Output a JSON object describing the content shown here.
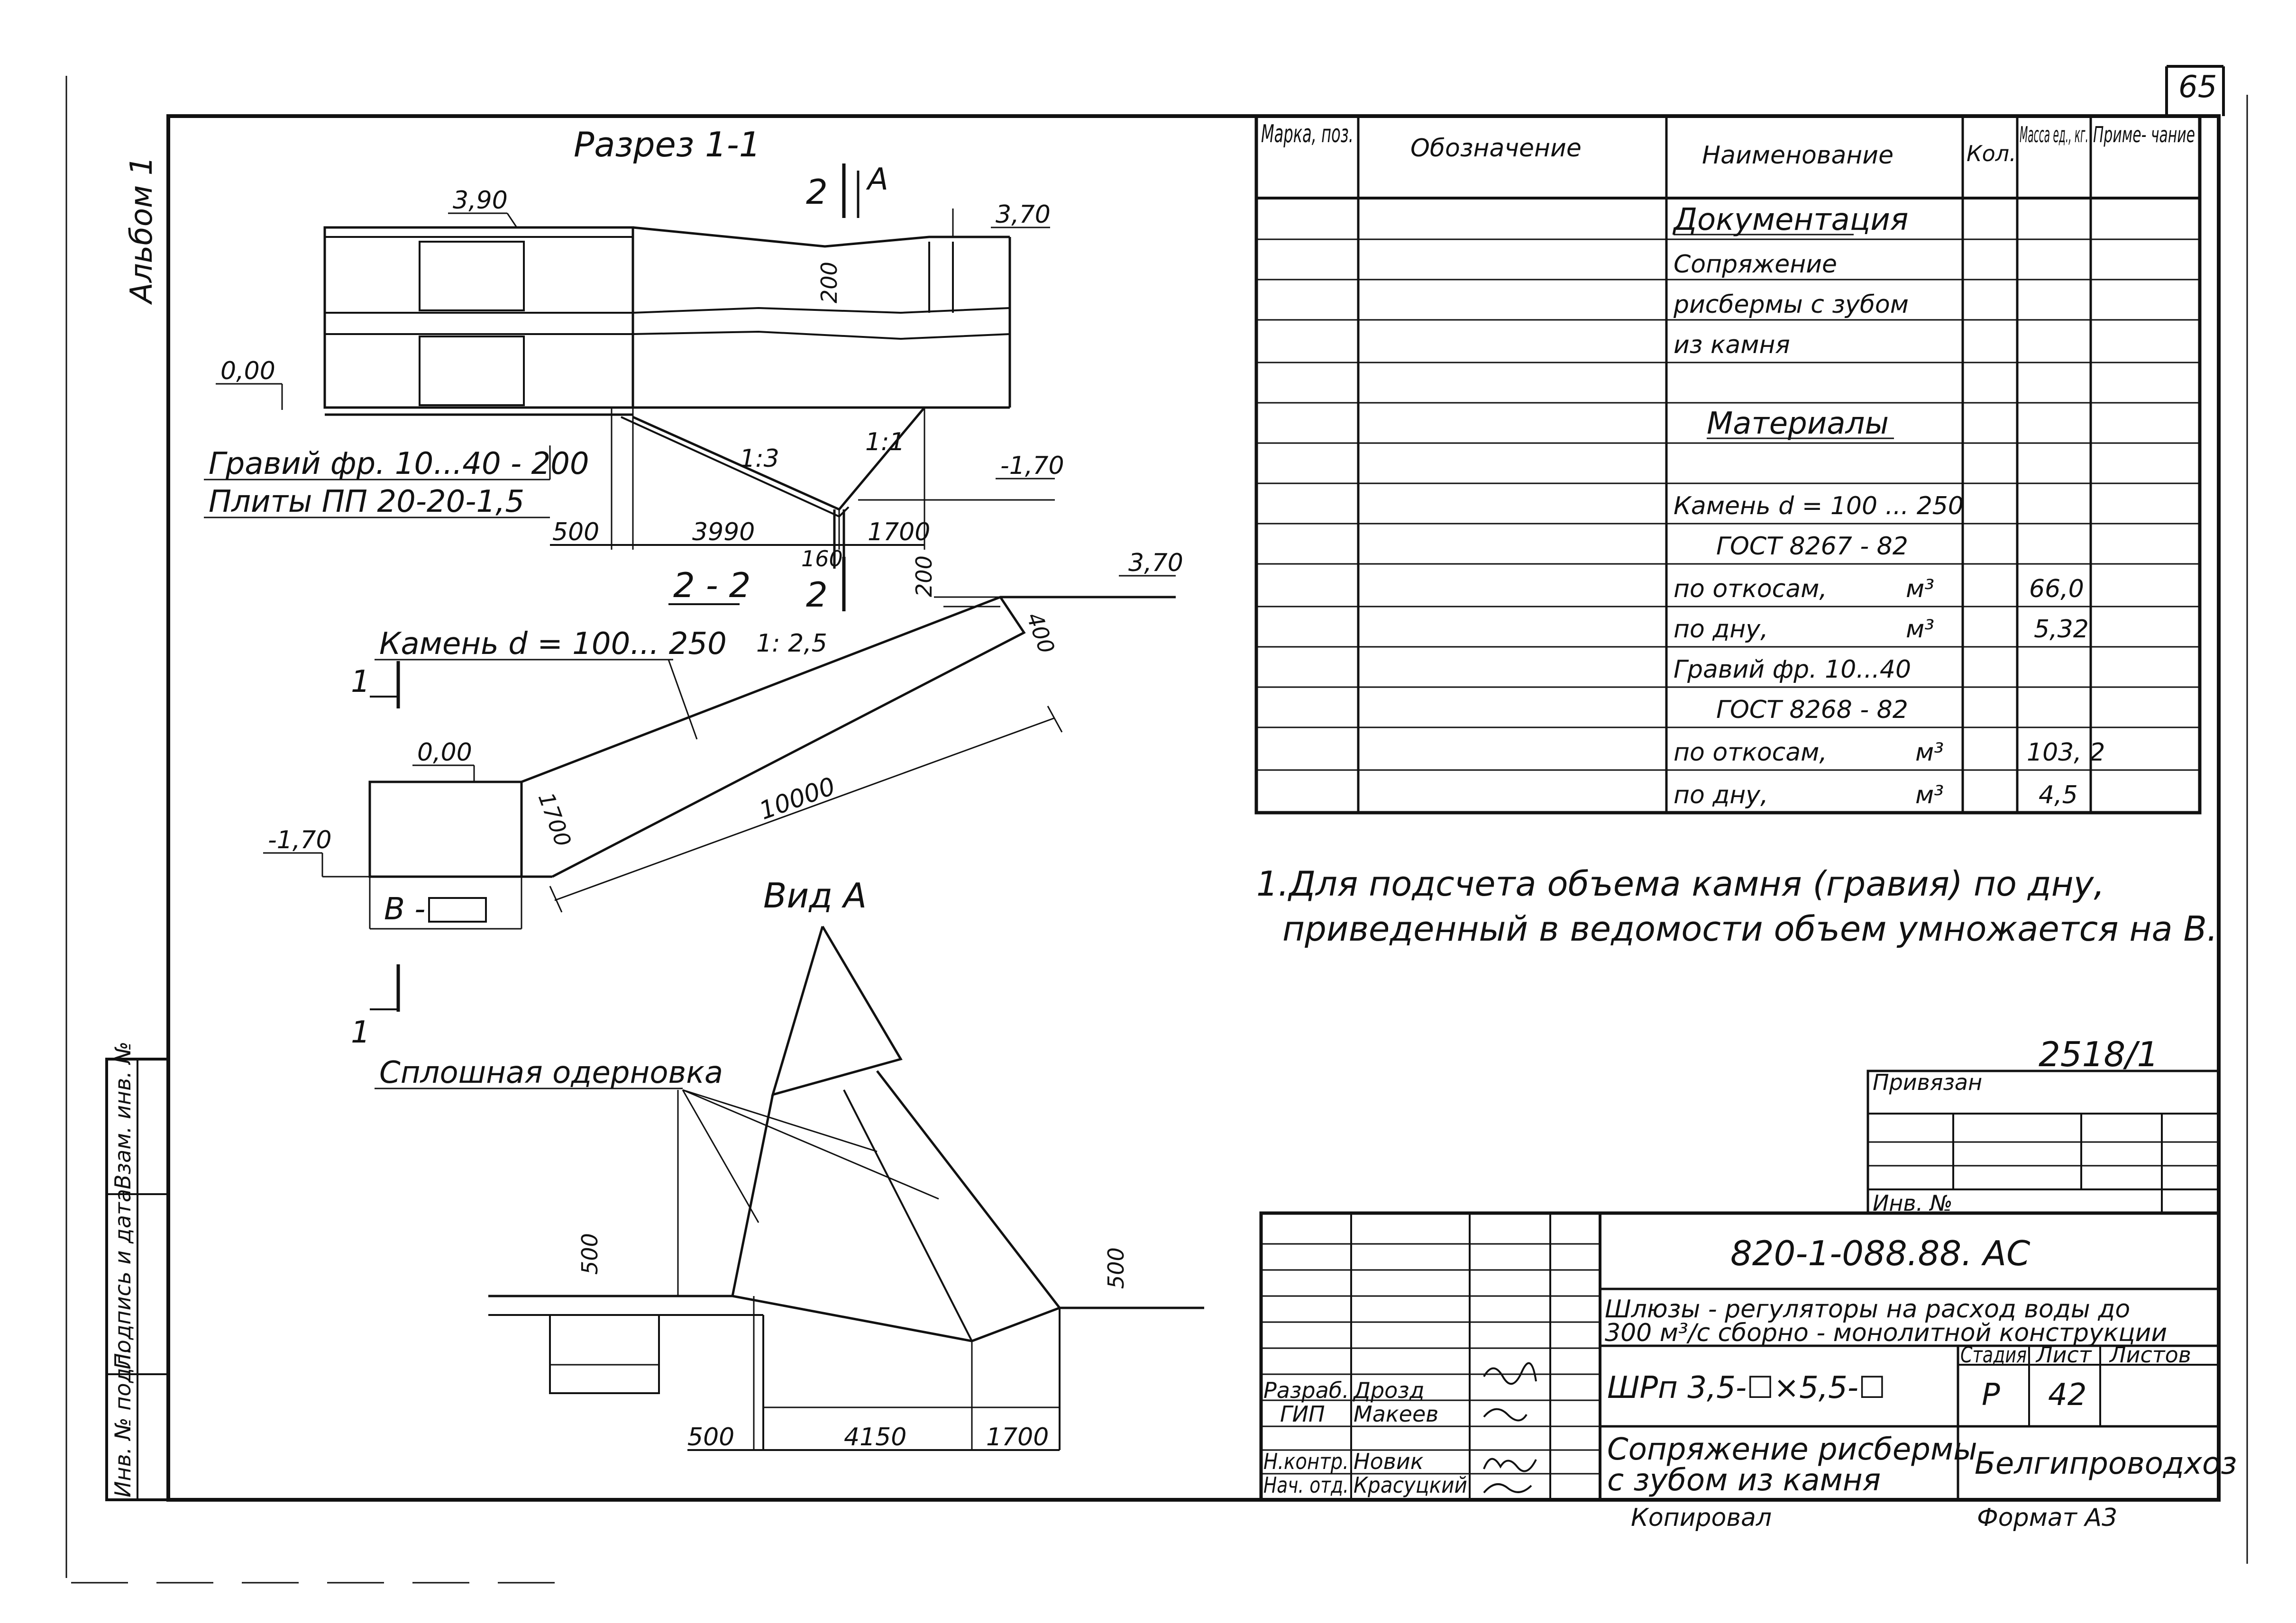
{
  "page_number": "65",
  "album_label": "Альбом 1",
  "section_1_1": {
    "title": "Разрез 1-1",
    "elev_top_left": "3,90",
    "elev_top_right": "3,70",
    "elev_zero": "0,00",
    "elev_bottom": "-1,70",
    "mark_2": "2",
    "mark_A": "А",
    "dim_200": "200",
    "slope_1": "1:3",
    "slope_2": "1:1",
    "gravel_label": "Гравий фр. 10...40 - 200",
    "plates_label": "Плиты ПП 20-20-1,5",
    "dim_500": "500",
    "dim_3990": "3990",
    "dim_1700": "1700",
    "dim_160": "160"
  },
  "section_2_2": {
    "title": "2 - 2",
    "mark_2": "2",
    "stone_label": "Камень d = 100... 250",
    "slope": "1: 2,5",
    "elev_top": "3,70",
    "elev_zero": "0,00",
    "elev_bottom": "-1,70",
    "dim_200": "200",
    "dim_400": "400",
    "dim_10000": "10000",
    "dim_1700": "1700",
    "b_label": "В -",
    "mark_1": "1"
  },
  "view_a": {
    "title": "Вид А",
    "sod_label": "Сплошная одерновка",
    "dim_500_left": "500",
    "dim_500_right": "500",
    "dim_500": "500",
    "dim_4150": "4150",
    "dim_1700": "1700"
  },
  "spec_table": {
    "headers": [
      "Марка, поз.",
      "Обозначение",
      "Наименование",
      "Кол.",
      "Масса ед., кг.",
      "Приме- чание"
    ],
    "rows": [
      {
        "name": "Документация",
        "mass": "",
        "note": ""
      },
      {
        "name": "Сопряжение",
        "mass": "",
        "note": ""
      },
      {
        "name": "рисбермы с зубом",
        "mass": "",
        "note": ""
      },
      {
        "name": "из камня",
        "mass": "",
        "note": ""
      },
      {
        "name": "Материалы",
        "mass": "",
        "note": ""
      },
      {
        "name": "",
        "mass": "",
        "note": ""
      },
      {
        "name": "Камень d = 100 ... 250",
        "mass": "",
        "note": ""
      },
      {
        "name": "ГОСТ 8267 - 82",
        "mass": "",
        "note": ""
      },
      {
        "name": "по откосам,",
        "unit": "м³",
        "mass": "66,0",
        "note": ""
      },
      {
        "name": "по дну,",
        "unit": "м³",
        "mass": "5,32",
        "note": ""
      },
      {
        "name": "Гравий фр. 10...40",
        "mass": "",
        "note": ""
      },
      {
        "name": "ГОСТ 8268 - 82",
        "mass": "",
        "note": ""
      },
      {
        "name": "по откосам,",
        "unit": "м³",
        "mass": "103, 2",
        "note": ""
      },
      {
        "name": "по дну,",
        "unit": "м³",
        "mass": "4,5",
        "note": ""
      }
    ]
  },
  "note_line_1": "1.Для подсчета объема камня (гравия) по дну,",
  "note_line_2": "приведенный в ведомости объем умножается на В.",
  "stamp": {
    "handwritten_number": "2518/1",
    "privyazan": "Привязан",
    "inv_no": "Инв. №",
    "doc_code": "820-1-088.88. АС",
    "project_line_1": "Шлюзы - регуляторы на расход воды до",
    "project_line_2": "300 м³/с сборно - монолитной конструкции",
    "stage_label": "Стадия",
    "sheet_label": "Лист",
    "sheets_label": "Листов",
    "stage_value": "Р",
    "sheet_value": "42",
    "item_code": "ШРп 3,5-☐×5,5-☐",
    "sheet_title_1": "Сопряжение рисбермы",
    "sheet_title_2": "с зубом из камня",
    "organization": "Белгипроводхоз",
    "copied": "Копировал",
    "format": "Формат А3",
    "roles": [
      {
        "role": "Разраб.",
        "name": "Дрозд"
      },
      {
        "role": "ГИП",
        "name": "Макеев"
      },
      {
        "role": "Н.контр.",
        "name": "Новик"
      },
      {
        "role": "Нач. отд.",
        "name": "Красуцкий"
      }
    ]
  },
  "side_stamp": [
    "Инв. № подл.",
    "Подпись и дата",
    "Взам. инв. №"
  ]
}
